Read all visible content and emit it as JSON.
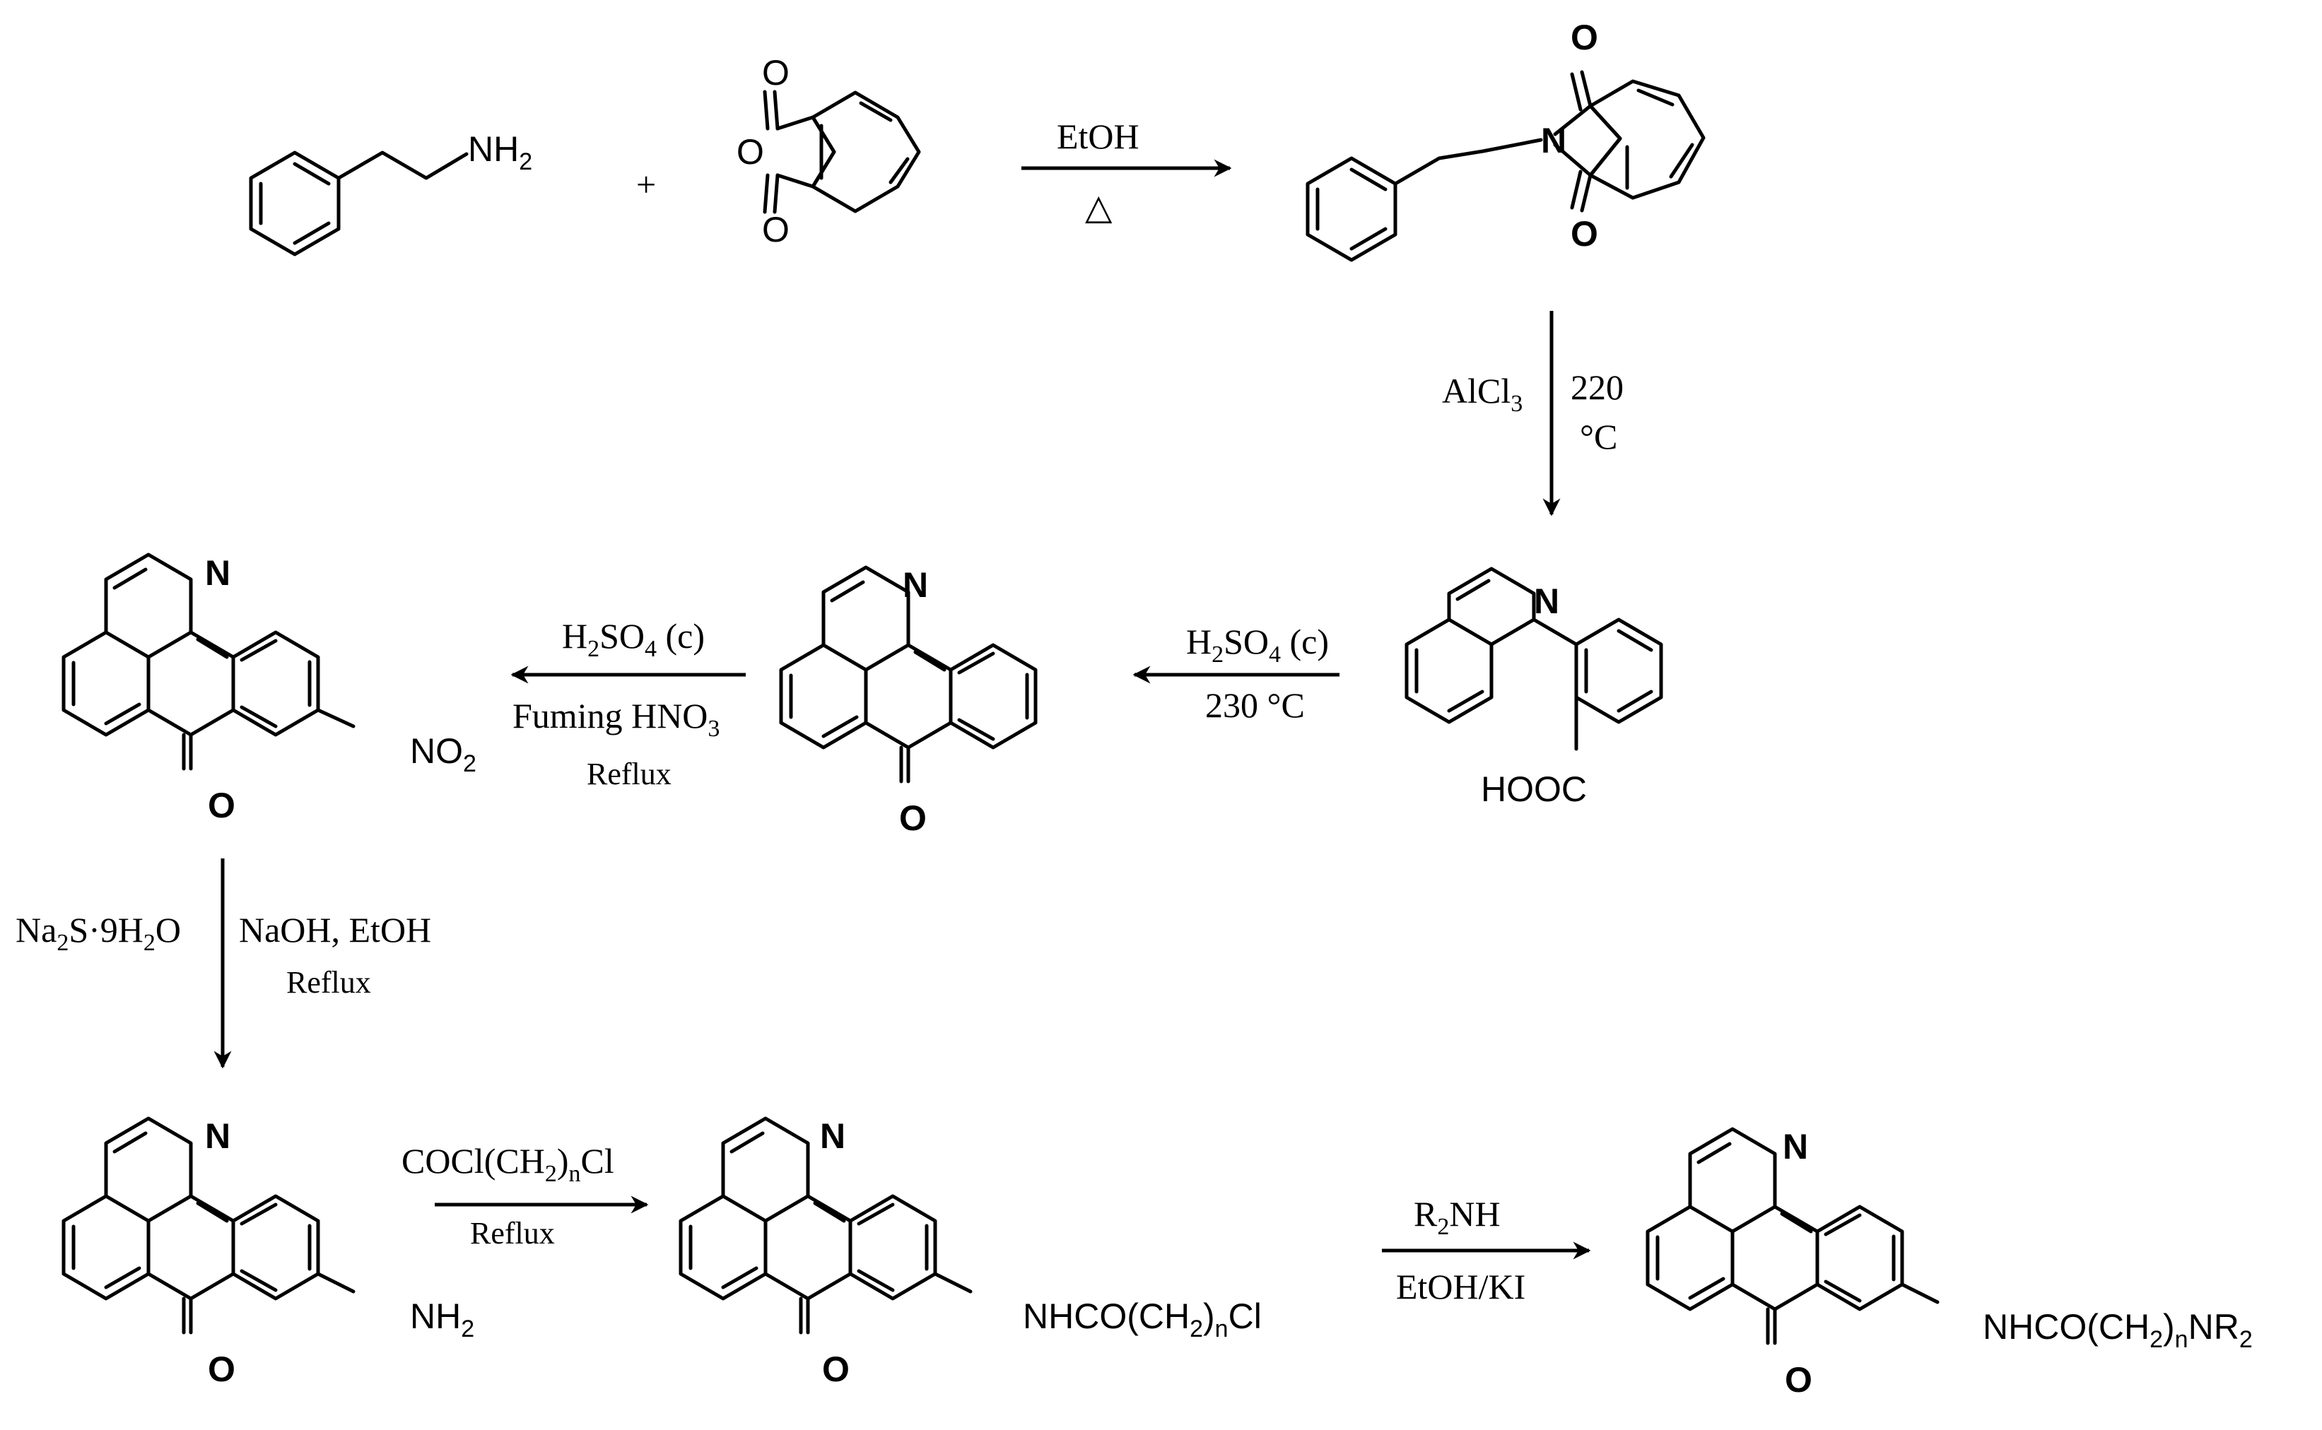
{
  "scheme": {
    "compounds": {
      "phenethylamine": {
        "amine": "NH",
        "amine_sub": "2"
      },
      "plus": "+",
      "phthalic_anhydride": {
        "o_top": "O",
        "o_ring": "O",
        "o_bottom": "O"
      },
      "phthalimide": {
        "n": "N",
        "o_top": "O",
        "o_bottom": "O"
      },
      "isoquinoline_acid": {
        "n": "N",
        "cooh": "HOOC"
      },
      "azaoxoaporphine": {
        "n": "N",
        "o": "O"
      },
      "nitro": {
        "n": "N",
        "o": "O",
        "no2_main": "NO",
        "no2_sub": "2"
      },
      "amino": {
        "n": "N",
        "o": "O",
        "nh2_main": "NH",
        "nh2_sub": "2"
      },
      "chloroamide": {
        "n": "N",
        "o": "O",
        "sub_a": "NHCO(CH",
        "sub_b": "2",
        "sub_c": ")",
        "sub_d": "n",
        "sub_e": "Cl"
      },
      "final": {
        "n": "N",
        "o": "O",
        "sub_a": "NHCO(CH",
        "sub_b": "2",
        "sub_c": ")",
        "sub_d": "n",
        "sub_e": "NR",
        "sub_f": "2"
      }
    },
    "conditions": {
      "step1": {
        "line1": "EtOH",
        "line2": "△"
      },
      "step2": {
        "left_main": "AlCl",
        "left_sub": "3",
        "right_line1": "220",
        "right_line2": "°C"
      },
      "step3": {
        "l1_a": "H",
        "l1_b": "2",
        "l1_c": "SO",
        "l1_d": "4",
        "l1_e": " (c)",
        "line2": "230 °C"
      },
      "step4": {
        "l1_a": "H",
        "l1_b": "2",
        "l1_c": "SO",
        "l1_d": "4",
        "l1_e": " (c)",
        "l2_a": "Fuming HNO",
        "l2_b": "3",
        "line3": "Reflux"
      },
      "step5": {
        "left_a": "Na",
        "left_b": "2",
        "left_c": "S·9H",
        "left_d": "2",
        "left_e": "O",
        "right_line1": "NaOH, EtOH",
        "right_line2": "Reflux"
      },
      "step6": {
        "l1_a": "COCl(CH",
        "l1_b": "2",
        "l1_c": ")",
        "l1_d": "n",
        "l1_e": "Cl",
        "line2": "Reflux"
      },
      "step7": {
        "l1_a": "R",
        "l1_b": "2",
        "l1_c": "NH",
        "line2": "EtOH/KI"
      }
    }
  }
}
